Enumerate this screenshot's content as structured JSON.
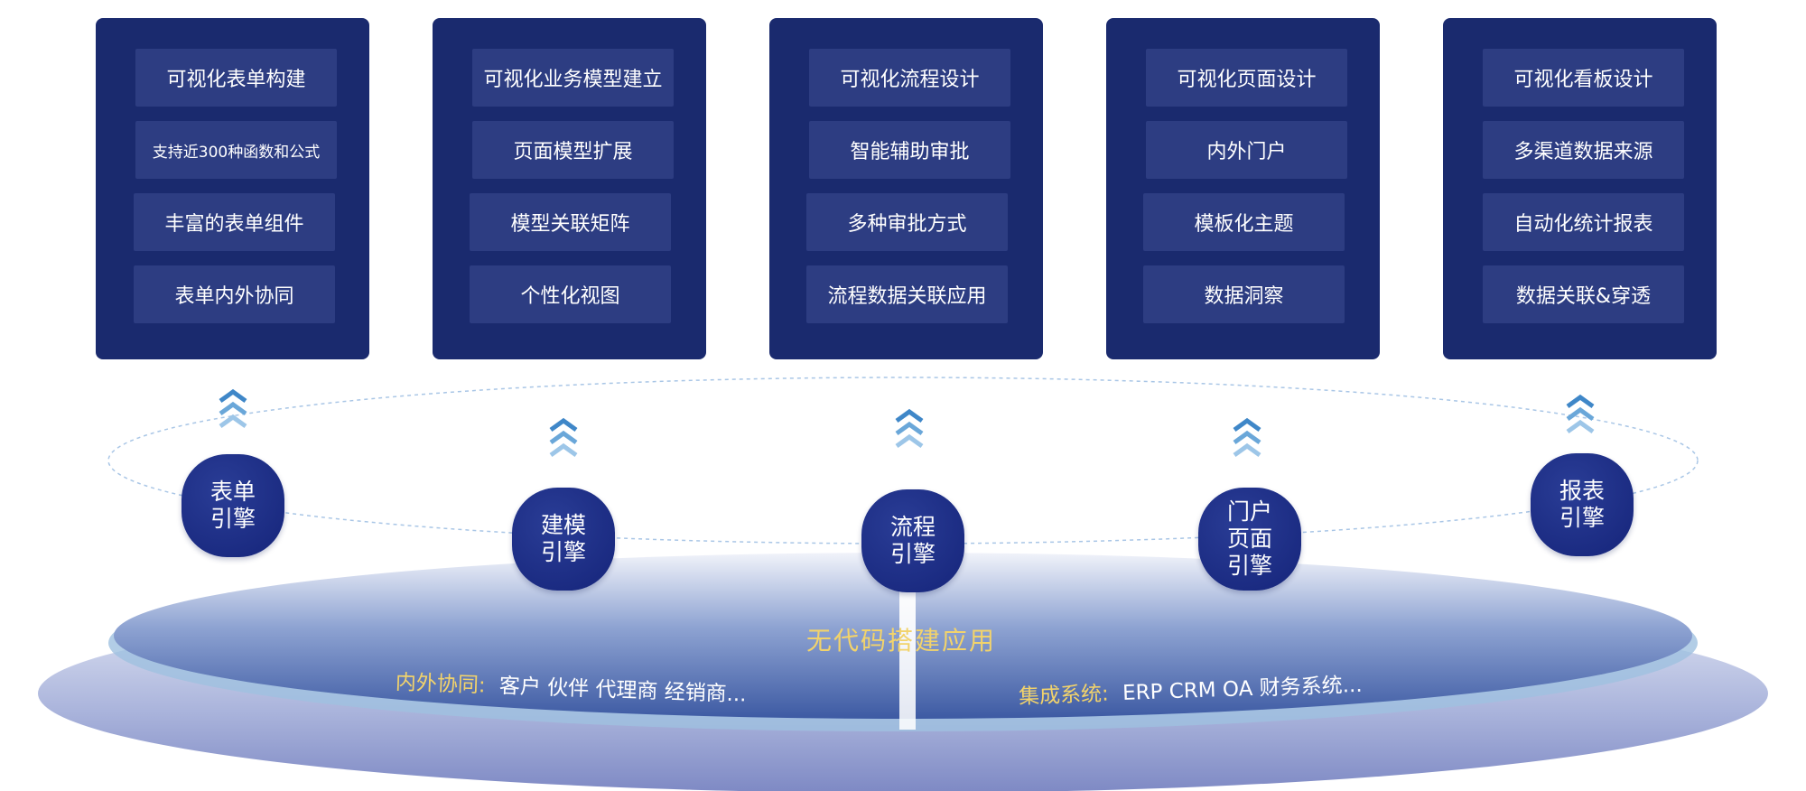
{
  "panels": [
    {
      "items": [
        "可视化表单构建",
        "支持近300种函数和公式",
        "丰富的表单组件",
        "表单内外协同"
      ]
    },
    {
      "items": [
        "可视化业务模型建立",
        "页面模型扩展",
        "模型关联矩阵",
        "个性化视图"
      ]
    },
    {
      "items": [
        "可视化流程设计",
        "智能辅助审批",
        "多种审批方式",
        "流程数据关联应用"
      ]
    },
    {
      "items": [
        "可视化页面设计",
        "内外门户",
        "模板化主题",
        "数据洞察"
      ]
    },
    {
      "items": [
        "可视化看板设计",
        "多渠道数据来源",
        "自动化统计报表",
        "数据关联&穿透"
      ]
    }
  ],
  "engines": [
    {
      "lines": [
        "表单",
        "引擎"
      ]
    },
    {
      "lines": [
        "建模",
        "引擎"
      ]
    },
    {
      "lines": [
        "流程",
        "引擎"
      ]
    },
    {
      "lines": [
        "门户",
        "页面",
        "引擎"
      ]
    },
    {
      "lines": [
        "报表",
        "引擎"
      ]
    }
  ],
  "base": {
    "title": "无代码搭建应用",
    "left_label": "内外协同:",
    "left_values": "客户 伙伴 代理商  经销商...",
    "right_label": "集成系统:",
    "right_values": "ERP CRM  OA  财务系统..."
  },
  "colors": {
    "panel_bg": "#1a2a6e",
    "item_bg": "#2d3d82",
    "engine_bg": "#1c2c86",
    "chevron": "#4a90d0",
    "gold_text": "#f2d36b"
  }
}
